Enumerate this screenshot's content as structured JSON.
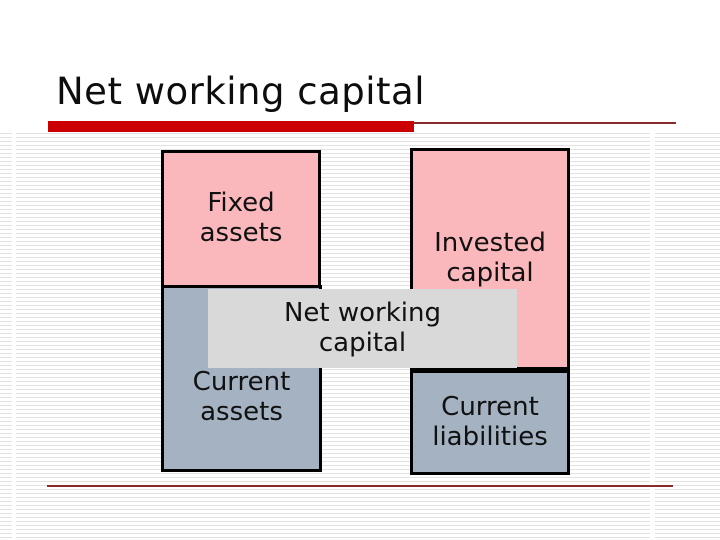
{
  "slide": {
    "title": "Net working capital",
    "colors": {
      "accent_bar_red": "#cc0000",
      "thin_line_red": "#8b2a2a",
      "box_pink": "#fab8bc",
      "box_blue": "#a4b2c2",
      "overlay_gray": "#d9d9d9",
      "stripe_gray": "#e2e2e2",
      "text_black": "#111111"
    },
    "diagram": {
      "boxes": {
        "fixed_assets": {
          "line1": "Fixed",
          "line2": "assets"
        },
        "current_assets": {
          "line1": "Current",
          "line2": "assets"
        },
        "invested_capital": {
          "line1": "Invested",
          "line2": "capital"
        },
        "current_liabilities": {
          "line1": "Current",
          "line2": "liabilities"
        },
        "net_working_capital": {
          "line1": "Net working",
          "line2": "capital"
        }
      }
    }
  }
}
